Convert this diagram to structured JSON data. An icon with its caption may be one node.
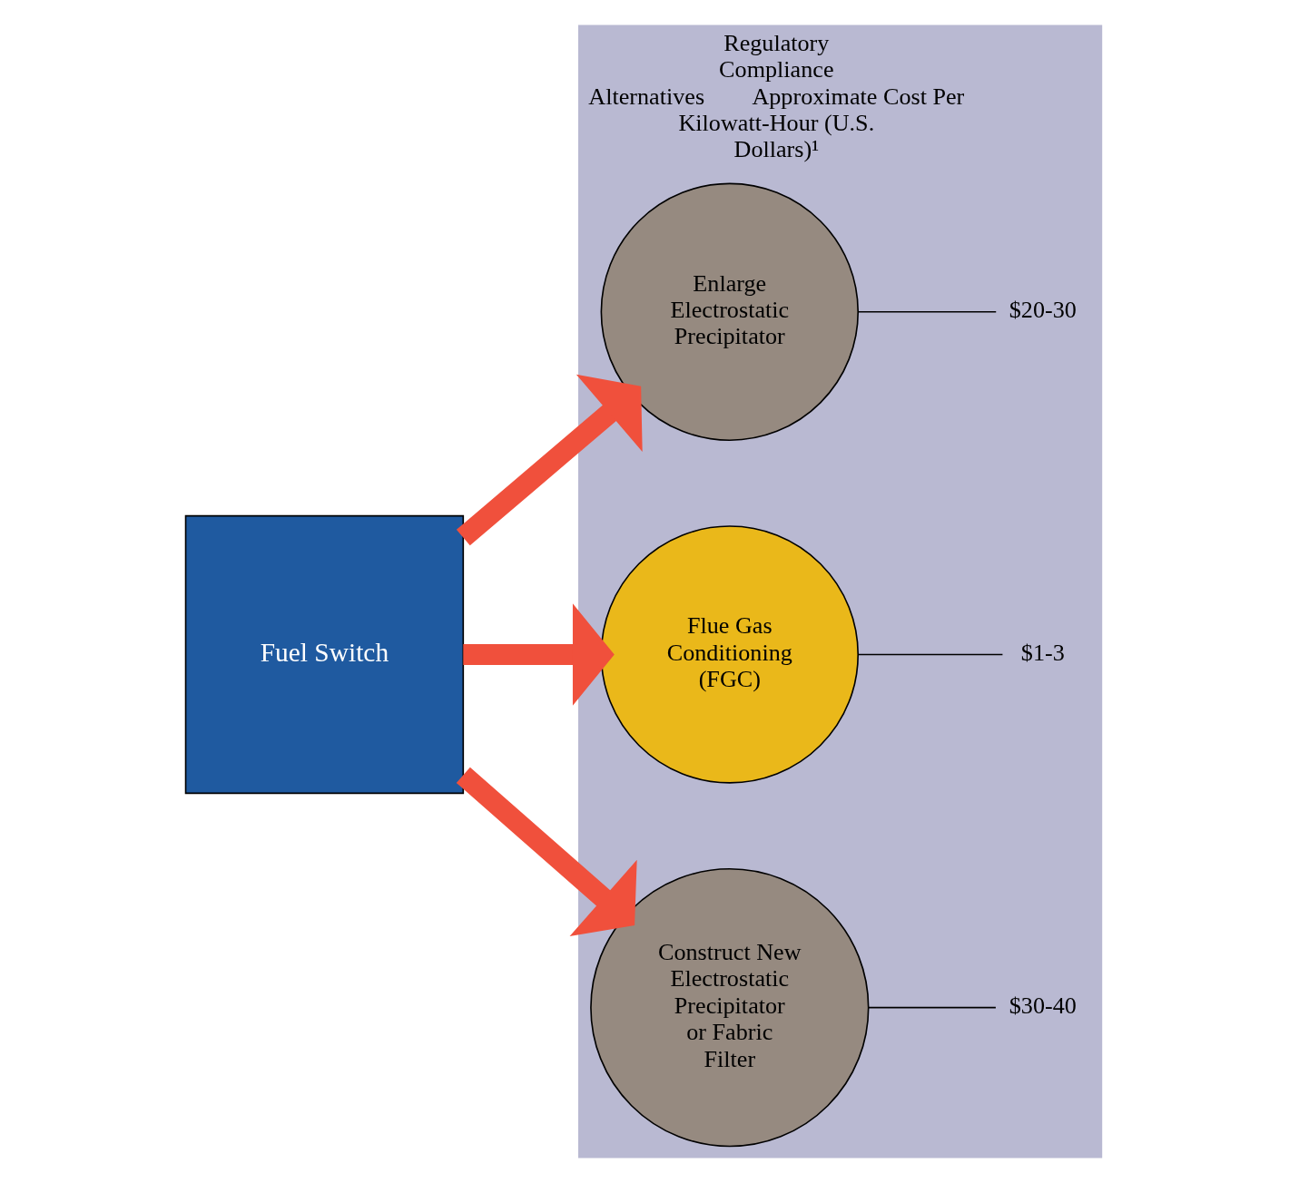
{
  "diagram": {
    "nodes": [
      {
        "text": [
          "Regulatory Compliance Alternatives",
          "Approximate Cost Per Kilowatt-Hour (U.S. Dollars)¹"
        ]
      },
      {
        "text": [
          "Fuel Switch"
        ]
      },
      {
        "text": [
          "Enlarge Electrostatic Precipitator"
        ],
        "in": 0
      },
      {
        "text": [
          "$20-30"
        ],
        "in": 0
      },
      {
        "text": [
          "Flue Gas Conditioning (FGC)"
        ],
        "in": 0
      },
      {
        "text": [
          "$1-3"
        ],
        "in": 0
      },
      {
        "text": [
          "Construct New Electrostatic Precipitator or Fabric Filter"
        ],
        "in": 0
      },
      {
        "text": [
          "$30-40"
        ],
        "in": 0
      }
    ],
    "edges": [
      {
        "from": 1,
        "to": 2,
        "arrow": "to",
        "style": "thick",
        "color": "#f0503c"
      },
      {
        "from": 1,
        "to": 4,
        "arrow": "to",
        "style": "thick",
        "color": "#f0503c"
      },
      {
        "from": 1,
        "to": 6,
        "arrow": "to",
        "style": "thick",
        "color": "#f0503c"
      },
      {
        "from": 2,
        "to": 3,
        "arrow": "none",
        "color": "#000000"
      },
      {
        "from": 4,
        "to": 5,
        "arrow": "none",
        "color": "#000000"
      },
      {
        "from": 6,
        "to": 7,
        "arrow": "none",
        "color": "#000000"
      }
    ]
  }
}
